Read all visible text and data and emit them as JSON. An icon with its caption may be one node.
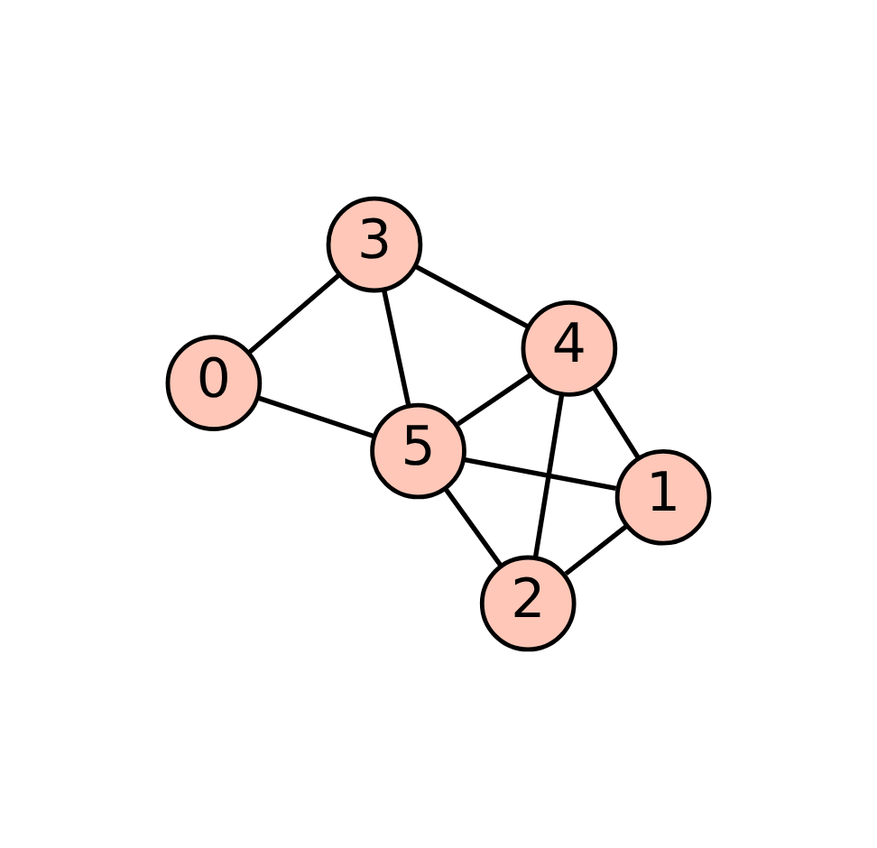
{
  "diagram": {
    "nodes": [
      {
        "text": [
          "0"
        ]
      },
      {
        "text": [
          "1"
        ]
      },
      {
        "text": [
          "2"
        ]
      },
      {
        "text": [
          "3"
        ]
      },
      {
        "text": [
          "4"
        ]
      },
      {
        "text": [
          "5"
        ]
      }
    ],
    "edges": [
      {
        "from": 0,
        "to": 3,
        "arrow": "none"
      },
      {
        "from": 0,
        "to": 5,
        "arrow": "none"
      },
      {
        "from": 1,
        "to": 2,
        "arrow": "none"
      },
      {
        "from": 1,
        "to": 4,
        "arrow": "none"
      },
      {
        "from": 1,
        "to": 5,
        "arrow": "none"
      },
      {
        "from": 2,
        "to": 4,
        "arrow": "none"
      },
      {
        "from": 2,
        "to": 5,
        "arrow": "none"
      },
      {
        "from": 3,
        "to": 4,
        "arrow": "none"
      },
      {
        "from": 3,
        "to": 5,
        "arrow": "none"
      },
      {
        "from": 4,
        "to": 5,
        "arrow": "none"
      }
    ]
  }
}
